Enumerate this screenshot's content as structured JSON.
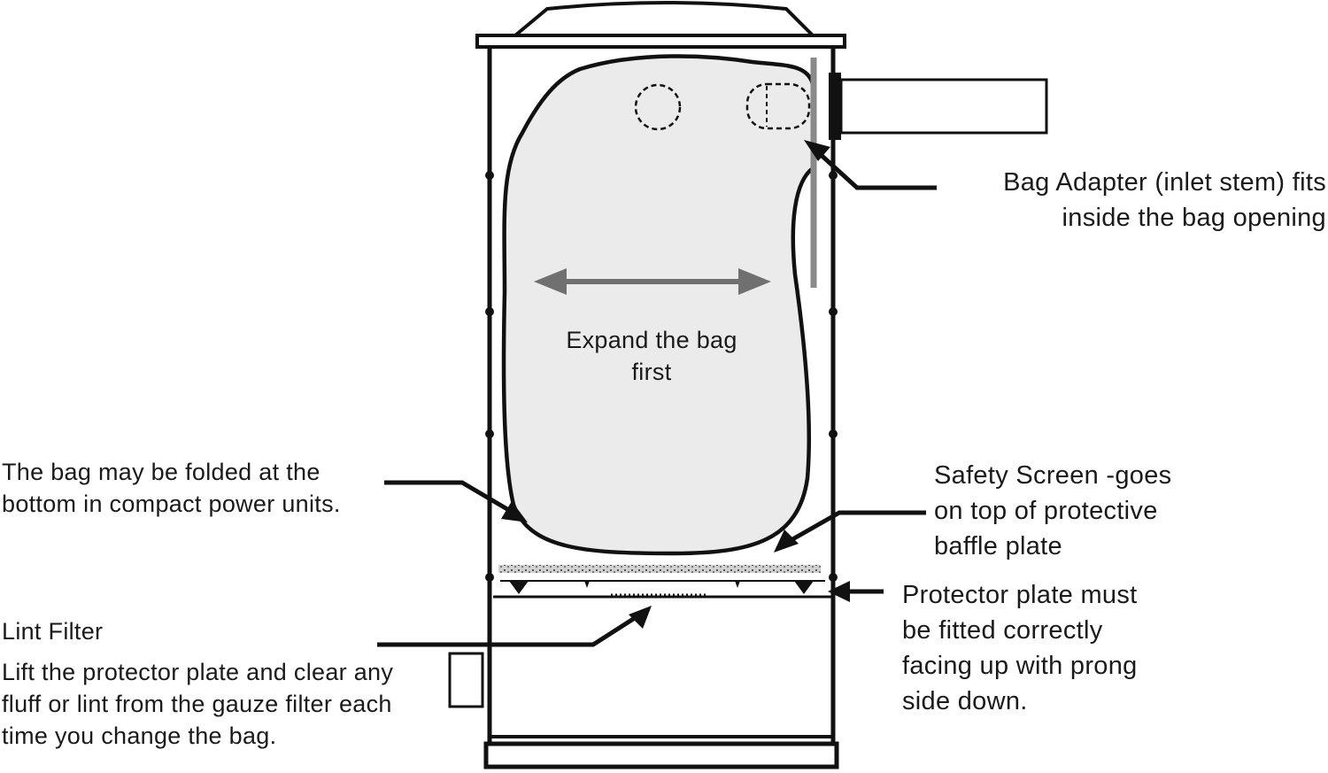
{
  "labels": {
    "bag_adapter": [
      "Bag Adapter (inlet stem) fits",
      "inside the bag opening"
    ],
    "expand_bag": [
      "Expand the bag",
      "first"
    ],
    "bag_folded": [
      "The bag may be folded at the",
      "bottom in compact power units."
    ],
    "safety_screen": [
      "Safety Screen -goes",
      "on top of protective",
      "baffle plate"
    ],
    "protector_plate": [
      "Protector plate must",
      "be fitted correctly",
      "facing up with prong",
      "side down."
    ],
    "lint_filter_title": "Lint Filter",
    "lint_filter_body": [
      "Lift the protector plate and clear any",
      "fluff or lint from the gauze filter each",
      "time you change the bag."
    ]
  },
  "colors": {
    "line": "#111111",
    "bag_fill": "#ebebeb",
    "arrow_gray": "#707070",
    "adapter_gray": "#8a8a8a"
  }
}
